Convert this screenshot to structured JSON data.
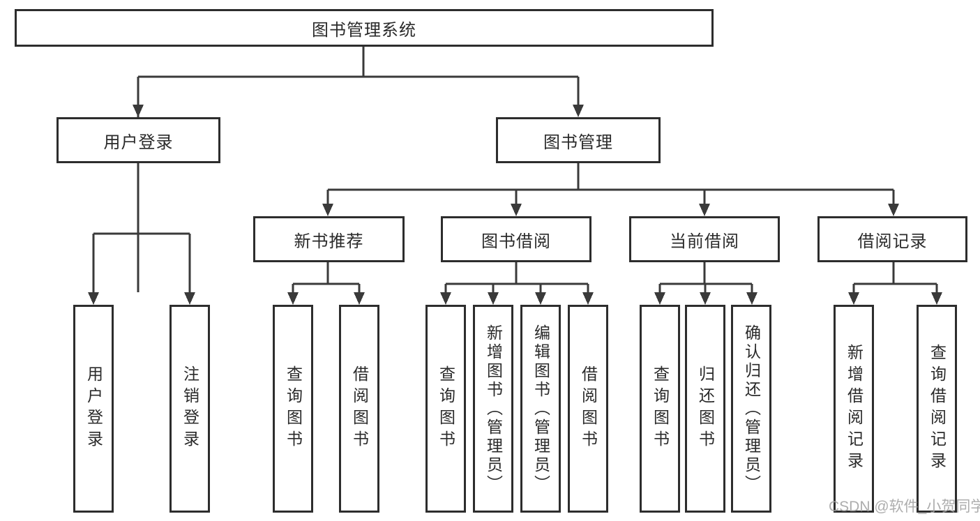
{
  "diagram": {
    "type": "hierarchy-tree",
    "root": {
      "label": "图书管理系统"
    },
    "branches": [
      {
        "label": "用户登录",
        "children": [
          {
            "label": "用户登录"
          },
          {
            "label": "注销登录"
          }
        ]
      },
      {
        "label": "图书管理",
        "children": [
          {
            "label": "新书推荐",
            "children": [
              {
                "label": "查询图书"
              },
              {
                "label": "借阅图书"
              }
            ]
          },
          {
            "label": "图书借阅",
            "children": [
              {
                "label": "查询图书"
              },
              {
                "label": "新增图书（管理员）"
              },
              {
                "label": "编辑图书（管理员）"
              },
              {
                "label": "借阅图书"
              }
            ]
          },
          {
            "label": "当前借阅",
            "children": [
              {
                "label": "查询图书"
              },
              {
                "label": "归还图书"
              },
              {
                "label": "确认归还（管理员）"
              }
            ]
          },
          {
            "label": "借阅记录",
            "children": [
              {
                "label": "新增借阅记录"
              },
              {
                "label": "查询借阅记录"
              }
            ]
          }
        ]
      }
    ]
  },
  "watermark": "CSDN @软件_小贺同学",
  "colors": {
    "background": "#ffffff",
    "line": "#3a3a3a",
    "box_border": "#2d2d2d",
    "text": "#2a2a2a",
    "watermark": "#a4a4a4"
  }
}
